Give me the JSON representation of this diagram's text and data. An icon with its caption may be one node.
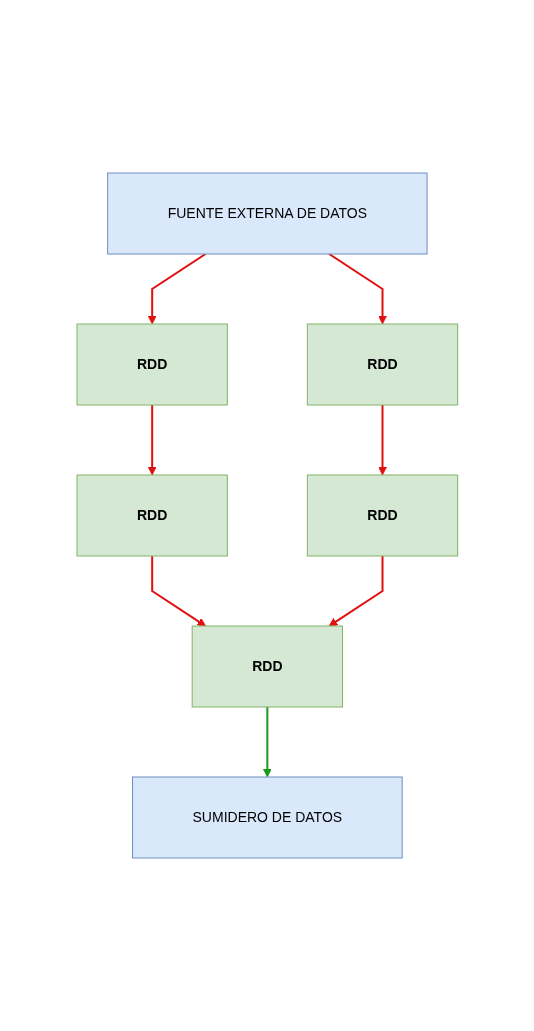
{
  "diagram": {
    "nodes": [
      {
        "text": [
          "FUENTE EXTERNA DE DATOS"
        ]
      },
      {
        "text": [
          "RDD"
        ]
      },
      {
        "text": [
          "RDD"
        ]
      },
      {
        "text": [
          "RDD"
        ]
      },
      {
        "text": [
          "RDD"
        ]
      },
      {
        "text": [
          "RDD"
        ]
      },
      {
        "text": [
          "SUMIDERO DE DATOS"
        ]
      }
    ],
    "edges": [
      {
        "from": 0,
        "to": 1,
        "arrow": "to"
      },
      {
        "from": 0,
        "to": 2,
        "arrow": "to"
      },
      {
        "from": 1,
        "to": 3,
        "arrow": "to"
      },
      {
        "from": 2,
        "to": 4,
        "arrow": "to"
      },
      {
        "from": 3,
        "to": 5,
        "arrow": "to"
      },
      {
        "from": 4,
        "to": 5,
        "arrow": "to"
      },
      {
        "from": 5,
        "to": 6,
        "arrow": "to",
        "color": "#1a9a1a"
      }
    ]
  }
}
